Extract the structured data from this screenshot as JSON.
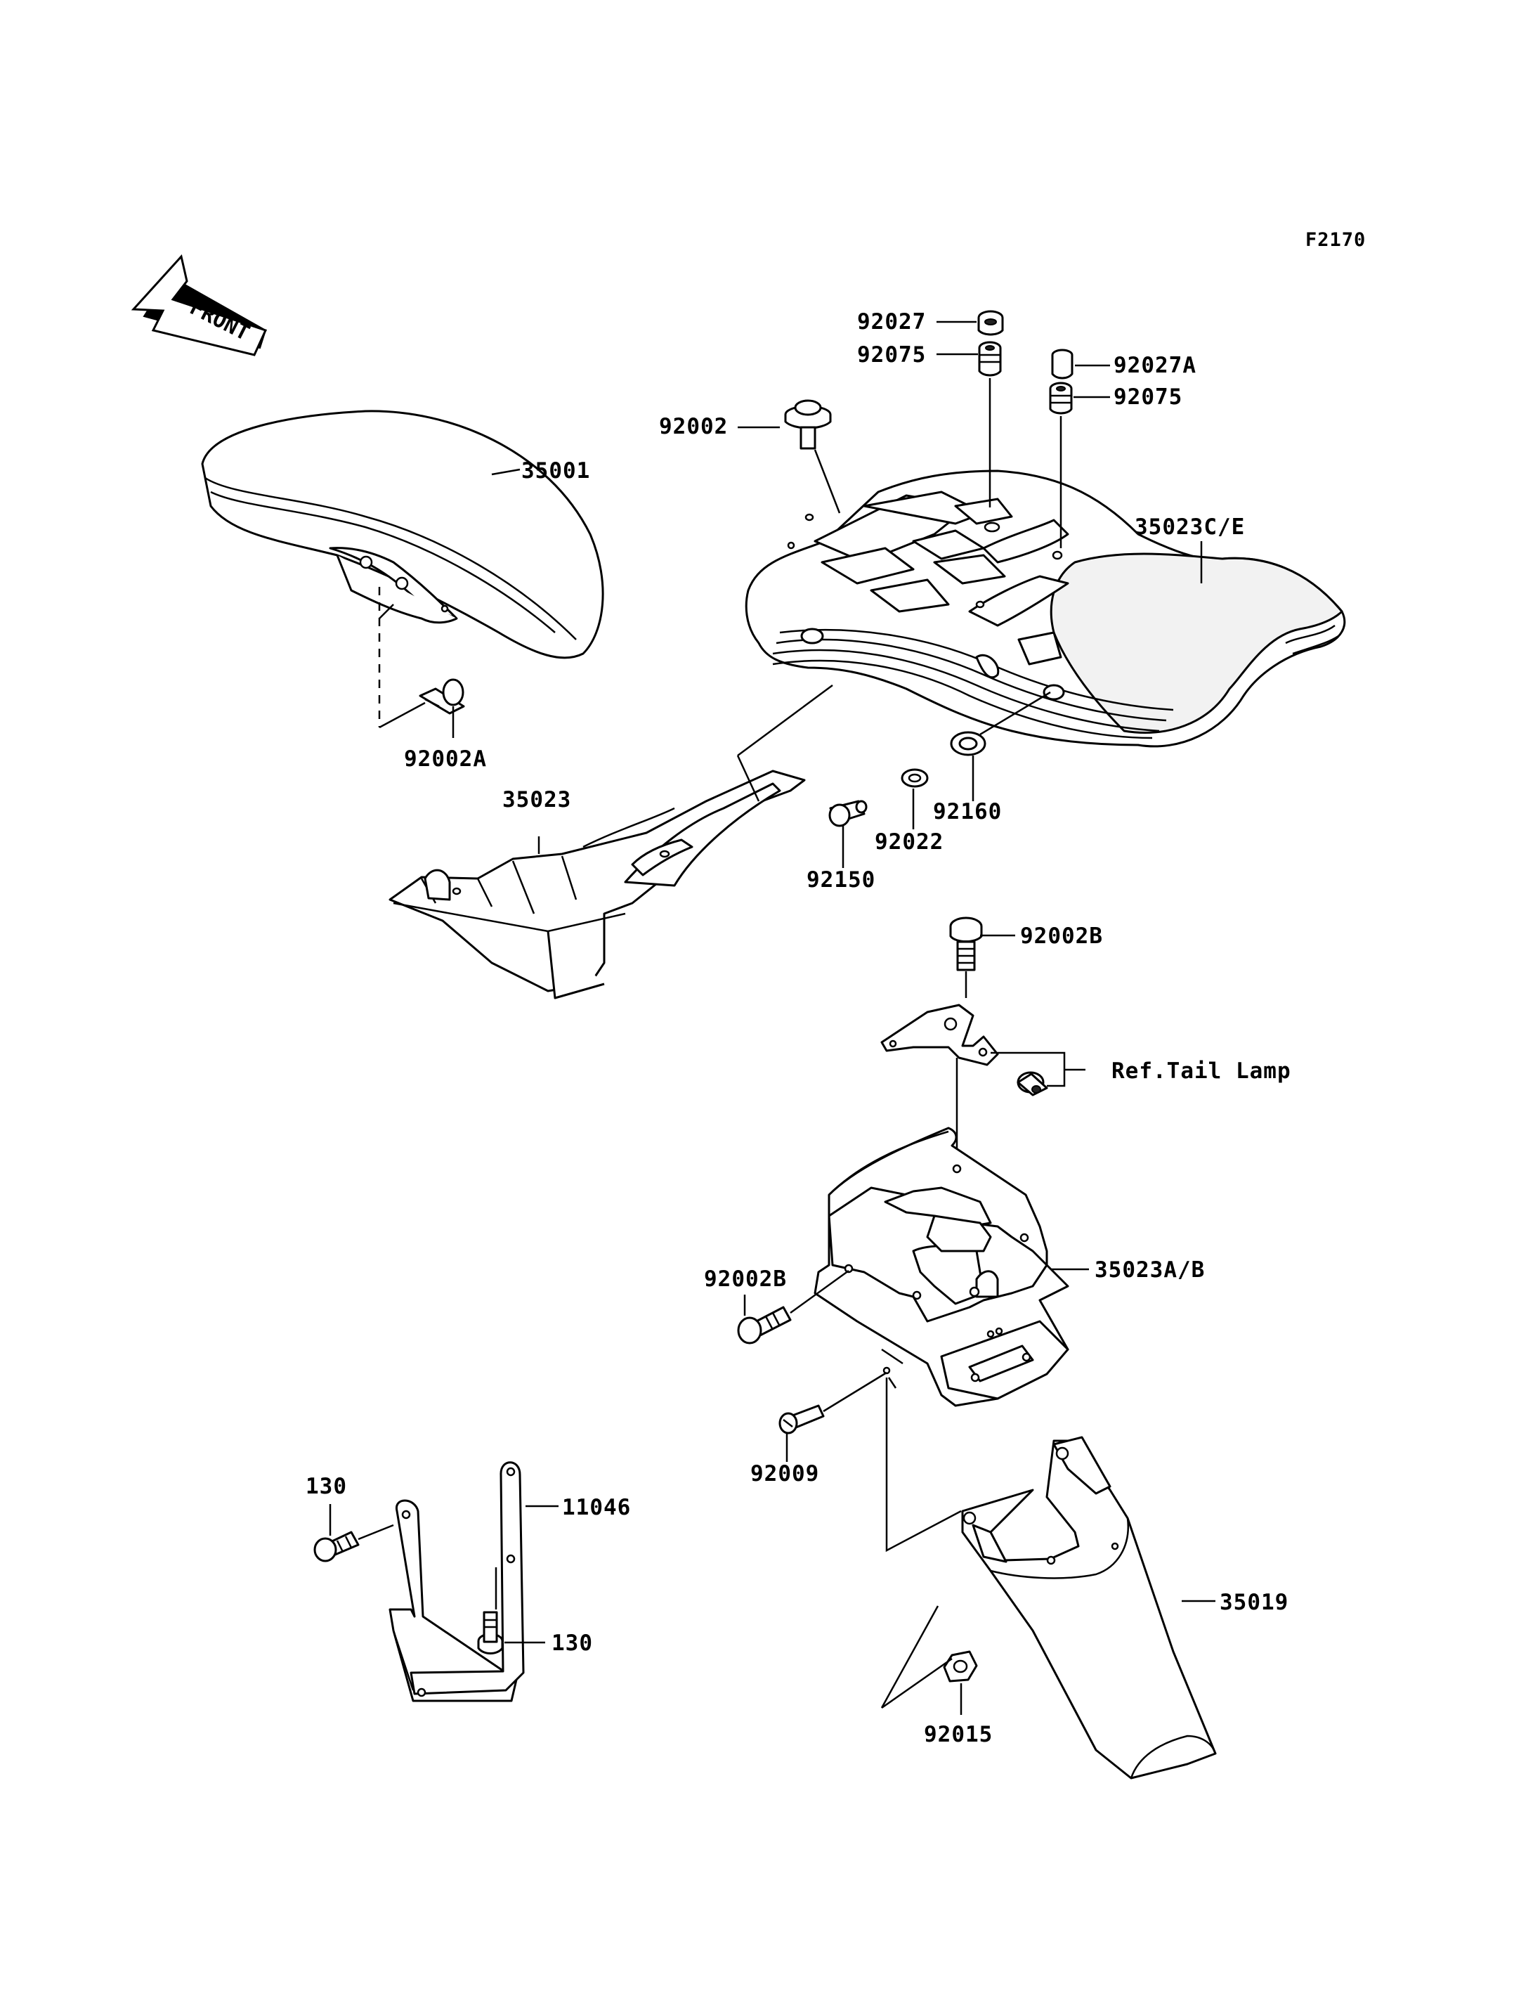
{
  "figure_code": "F2170",
  "front_label": "FRONT",
  "labels": {
    "p35001": "35001",
    "p92002A": "92002A",
    "p35023": "35023",
    "p92027": "92027",
    "p92075a": "92075",
    "p92027A": "92027A",
    "p92075b": "92075",
    "p92002": "92002",
    "p35023CE": "35023C/E",
    "p92150": "92150",
    "p92022": "92022",
    "p92160": "92160",
    "p92002B_top": "92002B",
    "ref_tail_lamp": "Ref.Tail Lamp",
    "p92002B_left": "92002B",
    "p35023AB": "35023A/B",
    "p92009": "92009",
    "p130_top": "130",
    "p11046": "11046",
    "p130_bottom": "130",
    "p35019": "35019",
    "p92015": "92015"
  }
}
